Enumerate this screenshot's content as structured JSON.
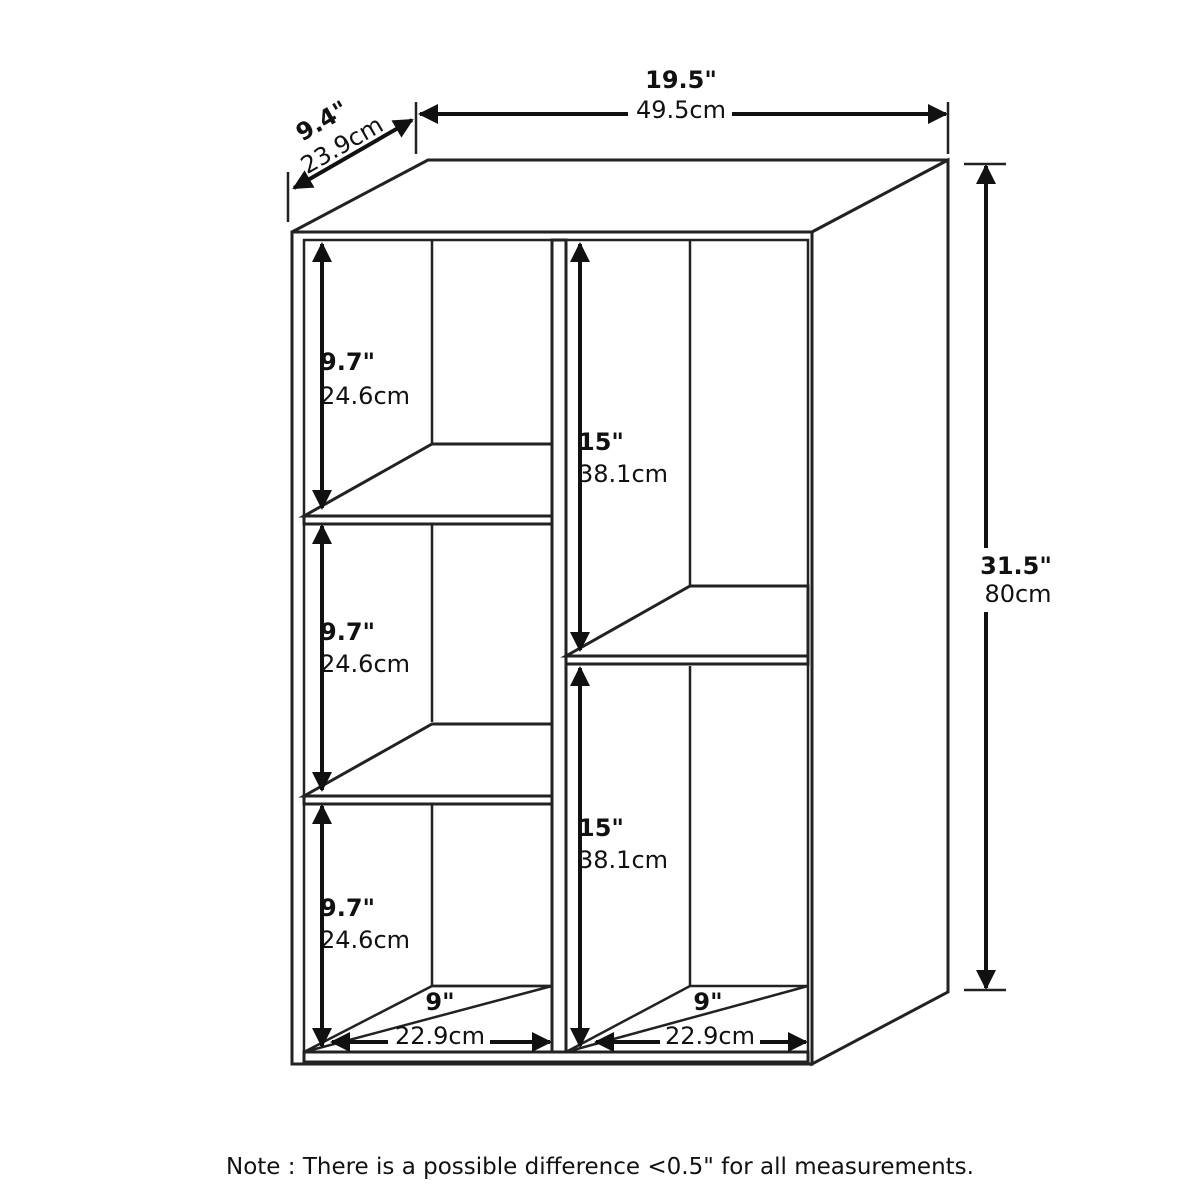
{
  "dimensions": {
    "width": {
      "inches": "19.5\"",
      "cm": "49.5cm"
    },
    "depth": {
      "inches": "9.4\"",
      "cm": "23.9cm"
    },
    "height": {
      "inches": "31.5\"",
      "cm": "80cm"
    },
    "left_cubby_1": {
      "inches": "9.7\"",
      "cm": "24.6cm"
    },
    "left_cubby_2": {
      "inches": "9.7\"",
      "cm": "24.6cm"
    },
    "left_cubby_3": {
      "inches": "9.7\"",
      "cm": "24.6cm"
    },
    "right_cubby_1": {
      "inches": "15\"",
      "cm": "38.1cm"
    },
    "right_cubby_2": {
      "inches": "15\"",
      "cm": "38.1cm"
    },
    "left_inner_width": {
      "inches": "9\"",
      "cm": "22.9cm"
    },
    "right_inner_width": {
      "inches": "9\"",
      "cm": "22.9cm"
    }
  },
  "note": "Note : There is a possible difference <0.5\" for all measurements."
}
